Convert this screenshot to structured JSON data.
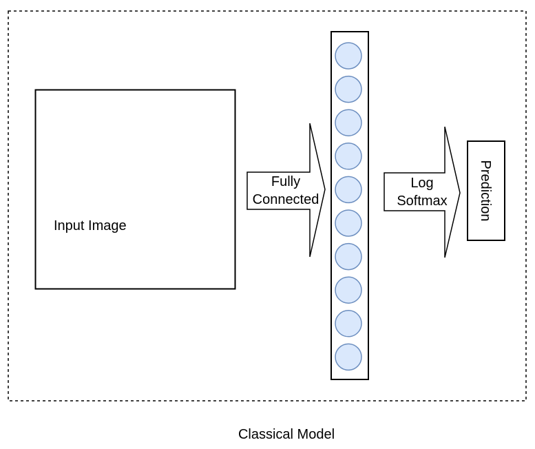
{
  "caption": "Classical Model",
  "input_image": {
    "label": "Input Image"
  },
  "arrow_fc": {
    "line1": "Fully",
    "line2": "Connected"
  },
  "arrow_softmax": {
    "line1": "Log",
    "line2": "Softmax"
  },
  "prediction": {
    "label": "Prediction"
  },
  "neuron_layer": {
    "neuron_count": 10,
    "neuron_fill": "#dae8fc",
    "neuron_stroke": "#6c8ebf"
  }
}
